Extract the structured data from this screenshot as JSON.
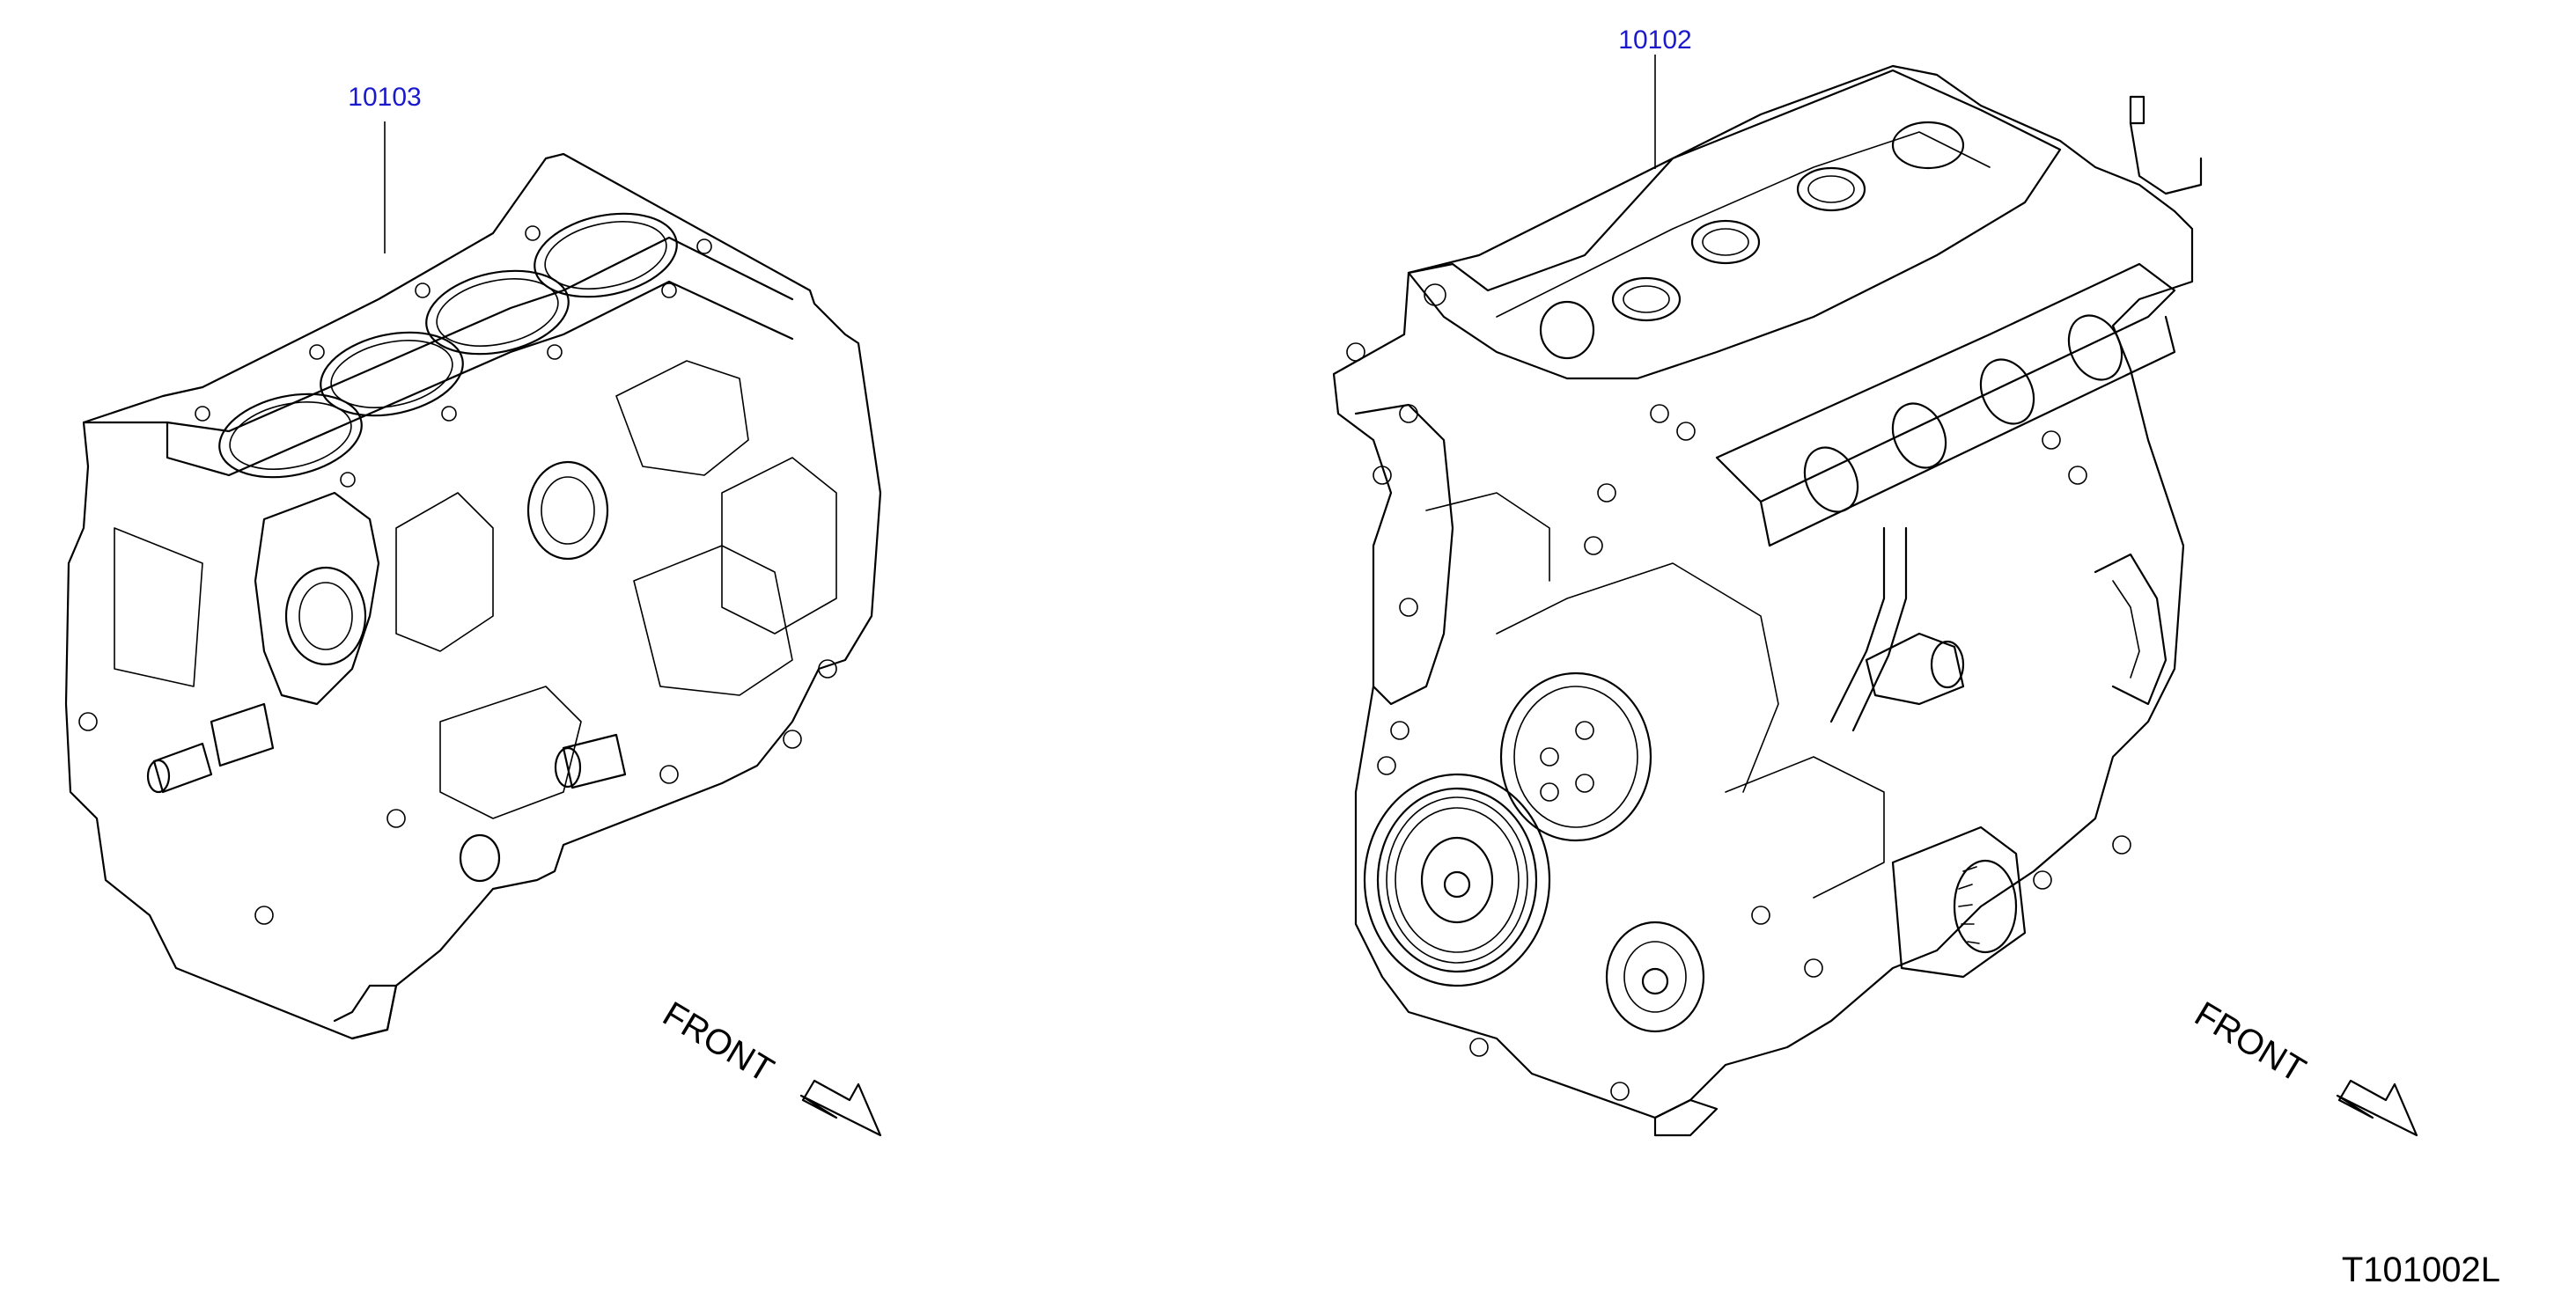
{
  "parts": [
    {
      "id": "short-block",
      "callout": "10103"
    },
    {
      "id": "engine-assembly",
      "callout": "10102"
    }
  ],
  "orientation_label": "FRONT",
  "drawing_code": "T101002L",
  "colors": {
    "callout": "#1a1acc",
    "line": "#000000",
    "background": "#ffffff"
  }
}
